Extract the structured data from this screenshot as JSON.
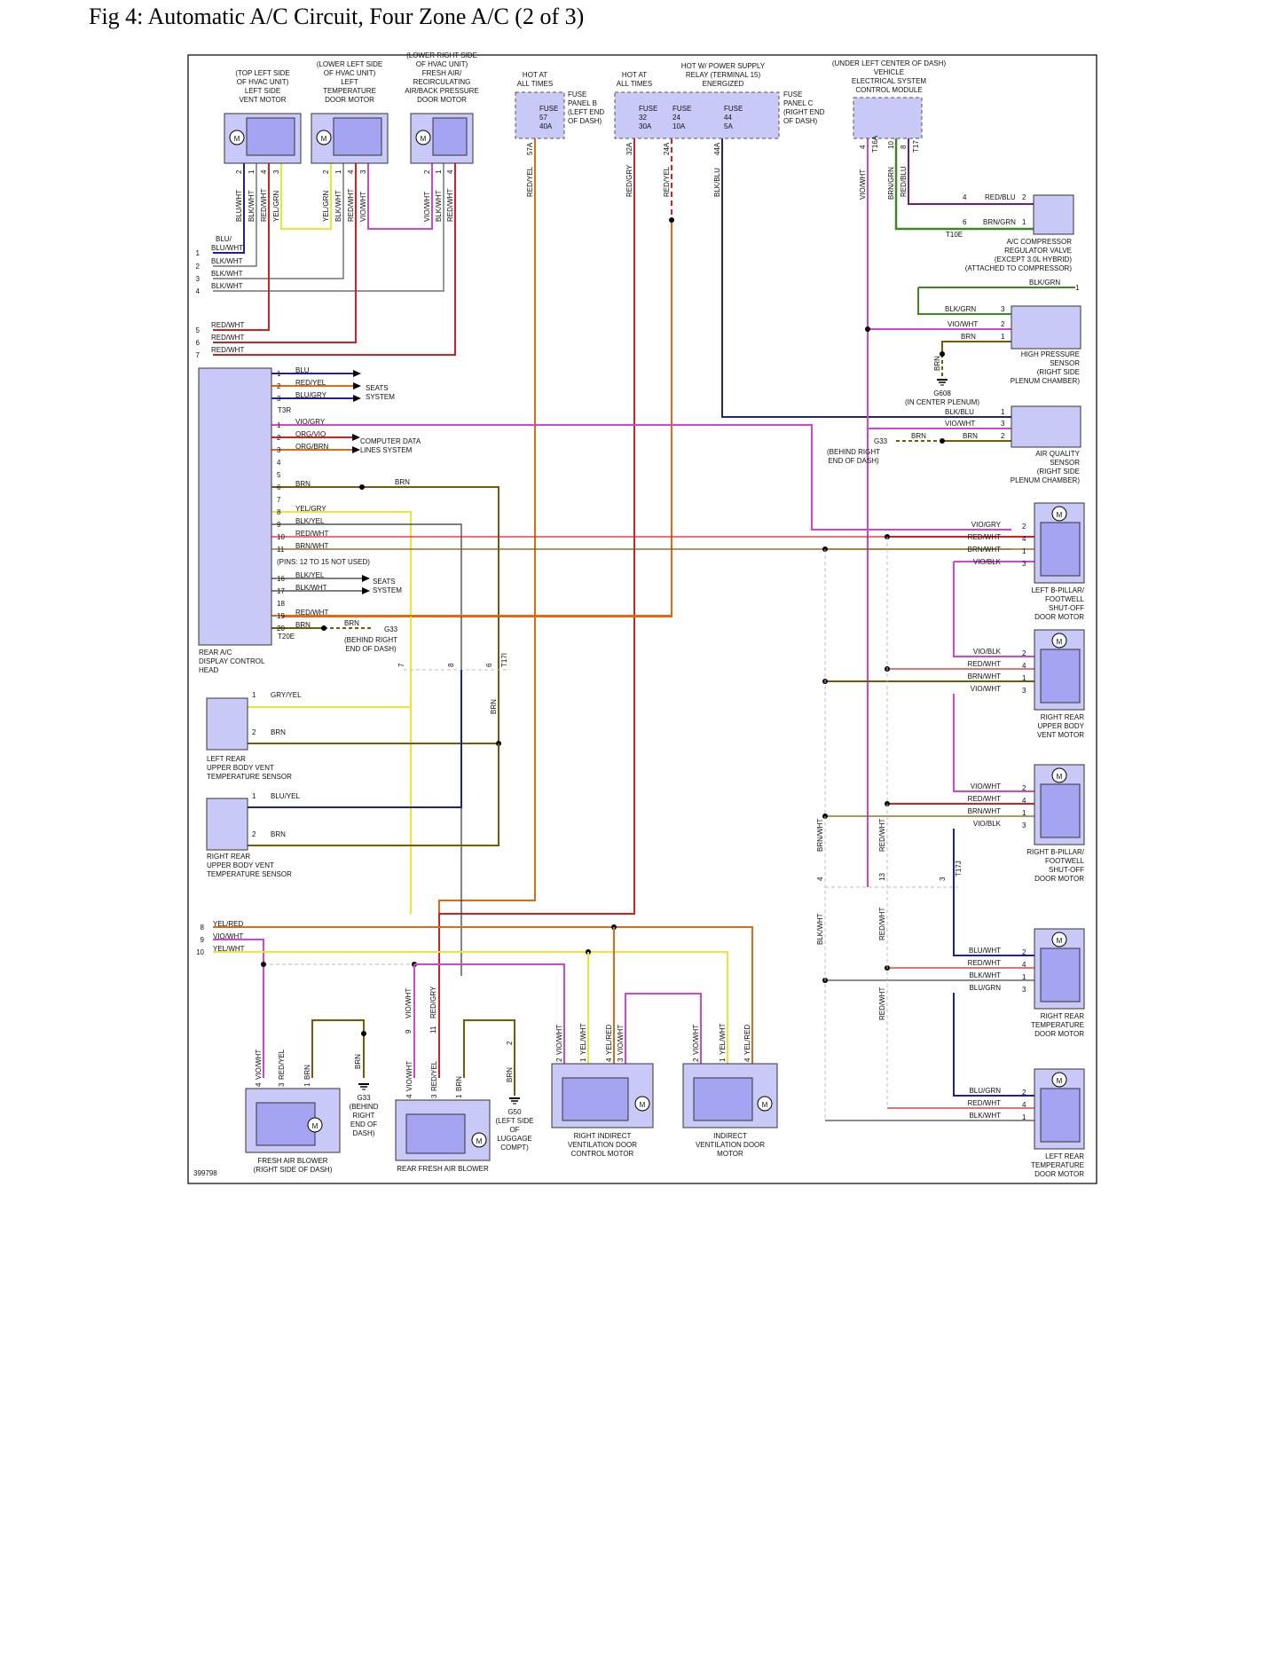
{
  "title": "Fig 4: Automatic A/C Circuit, Four Zone A/C (2 of 3)",
  "diagram_id": "399798",
  "colors": {
    "component_fill": "#c9c9f7",
    "component_inner": "#a4a4f2",
    "red": "#d62020",
    "yellow": "#e8e830",
    "pink": "#d046d0",
    "blue": "#202098",
    "brown": "#7a5a00",
    "orange": "#e06a10",
    "green": "#3a8a20",
    "grey": "#606060",
    "dash": "#bbbbbb"
  },
  "top_components": [
    {
      "lines": [
        "(TOP LEFT SIDE",
        "OF HVAC UNIT)",
        "LEFT SIDE",
        "VENT MOTOR"
      ]
    },
    {
      "lines": [
        "(LOWER LEFT SIDE",
        "OF HVAC UNIT)",
        "LEFT",
        "TEMPERATURE",
        "DOOR MOTOR"
      ]
    },
    {
      "lines": [
        "(LOWER RIGHT SIDE",
        "OF HVAC UNIT)",
        "FRESH AIR/",
        "RECIRCULATING",
        "AIR/BACK PRESSURE",
        "DOOR MOTOR"
      ]
    },
    {
      "lines": [
        "HOT AT",
        "ALL TIMES"
      ]
    },
    {
      "lines": [
        "HOT AT",
        "ALL TIMES"
      ]
    },
    {
      "lines": [
        "HOT W/ POWER SUPPLY",
        "RELAY (TERMINAL 15)",
        "ENERGIZED"
      ]
    },
    {
      "lines": [
        "(UNDER LEFT CENTER OF DASH)",
        "VEHICLE",
        "ELECTRICAL SYSTEM",
        "CONTROL MODULE"
      ]
    }
  ],
  "fuse_panel_b": {
    "label": [
      "FUSE",
      "PANEL B",
      "(LEFT END",
      "OF DASH)"
    ],
    "fuses": [
      {
        "lines": [
          "FUSE",
          "57",
          "40A"
        ]
      }
    ]
  },
  "fuse_panel_c": {
    "label": [
      "FUSE",
      "PANEL C",
      "(RIGHT END",
      "OF DASH)"
    ],
    "fuses": [
      {
        "lines": [
          "FUSE",
          "32",
          "30A"
        ]
      },
      {
        "lines": [
          "FUSE",
          "24",
          "10A"
        ]
      },
      {
        "lines": [
          "FUSE",
          "44",
          "5A"
        ]
      }
    ]
  },
  "vertical_wires": [
    {
      "label": "BLU/WHT",
      "pin": "2"
    },
    {
      "label": "BLK/WHT",
      "pin": "1"
    },
    {
      "label": "RED/WHT",
      "pin": "4"
    },
    {
      "label": "YEL/GRN",
      "pin": "3"
    },
    {
      "label": "YEL/GRN",
      "pin": "2"
    },
    {
      "label": "BLK/WHT",
      "pin": "1"
    },
    {
      "label": "RED/WHT",
      "pin": "4"
    },
    {
      "label": "VIO/WHT",
      "pin": "3"
    },
    {
      "label": "VIO/WHT",
      "pin": "2"
    },
    {
      "label": "BLK/WHT",
      "pin": "1"
    },
    {
      "label": "RED/WHT",
      "pin": "4"
    },
    {
      "label": "RED/YEL",
      "pin": "57A"
    },
    {
      "label": "RED/GRY",
      "pin": "32A"
    },
    {
      "label": "RED/YEL",
      "pin": "24A"
    },
    {
      "label": "BLK/BLU",
      "pin": "44A"
    },
    {
      "label": "VIO/WHT",
      "pin": "4"
    },
    {
      "label": "BRN/GRN",
      "pin": "10"
    },
    {
      "label": "RED/BLU",
      "pin": "8"
    }
  ],
  "connector_labels": [
    "T16A",
    "T17",
    "T10E",
    "T3R",
    "T20E",
    "T17I",
    "T17J"
  ],
  "left_wires": [
    {
      "pin": "1",
      "label": "BLU/WHT"
    },
    {
      "pin": "2",
      "label": "BLK/WHT"
    },
    {
      "pin": "3",
      "label": "BLK/WHT"
    },
    {
      "pin": "4",
      "label": "BLK/WHT"
    },
    {
      "pin": "5",
      "label": "RED/WHT"
    },
    {
      "pin": "6",
      "label": "RED/WHT"
    },
    {
      "pin": "7",
      "label": "RED/WHT"
    }
  ],
  "compressor": {
    "lines": [
      "A/C COMPRESSOR",
      "REGULATOR VALVE",
      "(EXCEPT 3.0L HYBRID)",
      "(ATTACHED TO COMPRESSOR)"
    ],
    "wires": [
      {
        "pin": "4",
        "label": "RED/BLU",
        "pin2": "2"
      },
      {
        "pin": "6",
        "label": "BRN/GRN",
        "pin2": "1"
      }
    ]
  },
  "high_pressure_sensor": {
    "lines": [
      "HIGH PRESSURE",
      "SENSOR",
      "(RIGHT SIDE",
      "PLENUM CHAMBER)"
    ],
    "wires": [
      {
        "label": "BLK/GRN",
        "pin": "1"
      },
      {
        "label": "BLK/GRN",
        "pin": "3"
      },
      {
        "label": "VIO/WHT",
        "pin": "2"
      },
      {
        "label": "BRN",
        "pin": "1"
      }
    ]
  },
  "ground_g608": {
    "id": "G608",
    "lines": [
      "(IN CENTER PLENUM)"
    ],
    "wire": "BRN"
  },
  "air_quality_sensor": {
    "lines": [
      "AIR QUALITY",
      "SENSOR",
      "(RIGHT SIDE",
      "PLENUM CHAMBER)"
    ],
    "wires": [
      {
        "label": "BLK/BLU",
        "pin": "1"
      },
      {
        "label": "VIO/WHT",
        "pin": "3"
      },
      {
        "label": "BRN",
        "pin": "2"
      }
    ]
  },
  "ground_g33_right": {
    "id": "G33",
    "lines": [
      "(BEHIND RIGHT",
      "END OF DASH)"
    ],
    "wire": "BRN"
  },
  "display_head": {
    "lines": [
      "REAR A/C",
      "DISPLAY CONTROL",
      "HEAD"
    ],
    "group1": [
      {
        "pin": "1",
        "label": "BLU"
      },
      {
        "pin": "2",
        "label": "RED/YEL"
      },
      {
        "pin": "3",
        "label": "BLU/GRY"
      }
    ],
    "group2": [
      {
        "pin": "1",
        "label": "VIO/GRY"
      },
      {
        "pin": "2",
        "label": "ORG/VIO"
      },
      {
        "pin": "3",
        "label": "ORG/BRN"
      },
      {
        "pin": "4",
        "label": ""
      },
      {
        "pin": "5",
        "label": ""
      },
      {
        "pin": "6",
        "label": "BRN"
      },
      {
        "pin": "7",
        "label": ""
      },
      {
        "pin": "8",
        "label": "YEL/GRY"
      },
      {
        "pin": "9",
        "label": "BLK/YEL"
      },
      {
        "pin": "10",
        "label": "RED/WHT"
      },
      {
        "pin": "11",
        "label": "BRN/WHT"
      },
      {
        "pin": "16",
        "label": "BLK/YEL"
      },
      {
        "pin": "17",
        "label": "BLK/WHT"
      },
      {
        "pin": "18",
        "label": ""
      },
      {
        "pin": "19",
        "label": "RED/WHT"
      },
      {
        "pin": "20",
        "label": "BRN"
      }
    ],
    "pins_not_used": "(PINS: 12 TO 15 NOT USED)",
    "brn_label": "BRN",
    "seats1": [
      "SEATS",
      "SYSTEM"
    ],
    "seats2": [
      "SEATS",
      "SYSTEM"
    ],
    "computer_data": [
      "COMPUTER DATA",
      "LINES SYSTEM"
    ]
  },
  "ground_g33_mid": {
    "id": "G33",
    "lines": [
      "(BEHIND RIGHT",
      "END OF DASH)"
    ],
    "wire": "BRN"
  },
  "left_rear_sensor": {
    "lines": [
      "LEFT REAR",
      "UPPER BODY VENT",
      "TEMPERATURE SENSOR"
    ],
    "wires": [
      {
        "pin": "1",
        "label": "GRY/YEL"
      },
      {
        "pin": "2",
        "label": "BRN"
      }
    ]
  },
  "right_rear_sensor": {
    "lines": [
      "RIGHT REAR",
      "UPPER BODY VENT",
      "TEMPERATURE SENSOR"
    ],
    "wires": [
      {
        "pin": "1",
        "label": "BLU/YEL"
      },
      {
        "pin": "2",
        "label": "BRN"
      }
    ]
  },
  "mid_connector_pins": [
    "7",
    "8",
    "6"
  ],
  "brn_vertical": "BRN",
  "right_motors": [
    {
      "lines": [
        "LEFT B-PILLAR/",
        "FOOTWELL",
        "SHUT-OFF",
        "DOOR MOTOR"
      ],
      "wires": [
        {
          "label": "VIO/GRY",
          "pin": "2"
        },
        {
          "label": "RED/WHT",
          "pin": "4"
        },
        {
          "label": "BRN/WHT",
          "pin": "1"
        },
        {
          "label": "VIO/BLK",
          "pin": "3"
        }
      ]
    },
    {
      "lines": [
        "RIGHT REAR",
        "UPPER BODY",
        "VENT MOTOR"
      ],
      "wires": [
        {
          "label": "VIO/BLK",
          "pin": "2"
        },
        {
          "label": "RED/WHT",
          "pin": "4"
        },
        {
          "label": "BRN/WHT",
          "pin": "1"
        },
        {
          "label": "VIO/WHT",
          "pin": "3"
        }
      ]
    },
    {
      "lines": [
        "RIGHT B-PILLAR/",
        "FOOTWELL",
        "SHUT-OFF",
        "DOOR MOTOR"
      ],
      "wires": [
        {
          "label": "VIO/WHT",
          "pin": "2"
        },
        {
          "label": "RED/WHT",
          "pin": "4"
        },
        {
          "label": "BRN/WHT",
          "pin": "1"
        },
        {
          "label": "VIO/BLK",
          "pin": "3"
        }
      ]
    },
    {
      "lines": [
        "RIGHT REAR",
        "TEMPERATURE",
        "DOOR MOTOR"
      ],
      "wires": [
        {
          "label": "BLU/WHT",
          "pin": "2"
        },
        {
          "label": "RED/WHT",
          "pin": "4"
        },
        {
          "label": "BLK/WHT",
          "pin": "1"
        },
        {
          "label": "BLU/GRN",
          "pin": "3"
        }
      ]
    },
    {
      "lines": [
        "LEFT REAR",
        "TEMPERATURE",
        "DOOR MOTOR"
      ],
      "wires": [
        {
          "label": "BLU/GRN",
          "pin": "2"
        },
        {
          "label": "RED/WHT",
          "pin": "4"
        },
        {
          "label": "BLK/WHT",
          "pin": "1"
        }
      ]
    }
  ],
  "right_vertical_labels": [
    {
      "label": "BRN/WHT",
      "pin": "4"
    },
    {
      "label": "RED/WHT",
      "pin": "13"
    },
    {
      "label": "BLK/WHT",
      "pin": ""
    },
    {
      "label": "RED/WHT",
      "pin": ""
    },
    {
      "label": "RED/WHT",
      "pin": ""
    },
    {
      "label": "",
      "pin": "3"
    }
  ],
  "bottom_left_wires": [
    {
      "pin": "8",
      "label": "YEL/RED"
    },
    {
      "pin": "9",
      "label": "VIO/WHT"
    },
    {
      "pin": "10",
      "label": "YEL/WHT"
    }
  ],
  "bottom_components": [
    {
      "lines": [
        "FRESH AIR BLOWER",
        "(RIGHT SIDE OF DASH)"
      ],
      "pins": [
        {
          "pin": "4",
          "label": "VIO/WHT"
        },
        {
          "pin": "3",
          "label": "RED/YEL"
        },
        {
          "pin": "1",
          "label": "BRN"
        }
      ]
    },
    {
      "lines": [
        "REAR FRESH AIR BLOWER"
      ],
      "pins": [
        {
          "pin": "4",
          "label": "VIO/WHT"
        },
        {
          "pin": "3",
          "label": "RED/YEL"
        },
        {
          "pin": "1",
          "label": "BRN"
        }
      ]
    },
    {
      "lines": [
        "RIGHT INDIRECT",
        "VENTILATION DOOR",
        "CONTROL MOTOR"
      ],
      "pins": [
        {
          "pin": "2",
          "label": "VIO/WHT"
        },
        {
          "pin": "1",
          "label": "YEL/WHT"
        },
        {
          "pin": "4",
          "label": "YEL/RED"
        },
        {
          "pin": "3",
          "label": "VIO/WHT"
        }
      ]
    },
    {
      "lines": [
        "INDIRECT",
        "VENTILATION DOOR",
        "MOTOR"
      ],
      "pins": [
        {
          "pin": "2",
          "label": "VIO/WHT"
        },
        {
          "pin": "1",
          "label": "YEL/WHT"
        },
        {
          "pin": "4",
          "label": "YEL/RED"
        }
      ]
    }
  ],
  "bottom_upper_labels": [
    {
      "label": "VIO/WHT",
      "pin": "9"
    },
    {
      "label": "RED/GRY",
      "pin": "11"
    },
    {
      "label": "BRN",
      "pin": "2"
    },
    {
      "label": "BRN",
      "pin": ""
    }
  ],
  "ground_g33_bottom": {
    "id": "G33",
    "lines": [
      "(BEHIND",
      "RIGHT",
      "END OF",
      "DASH)"
    ]
  },
  "ground_g50": {
    "id": "G50",
    "lines": [
      "(LEFT SIDE",
      "OF",
      "LUGGAGE",
      "COMPT)"
    ]
  }
}
